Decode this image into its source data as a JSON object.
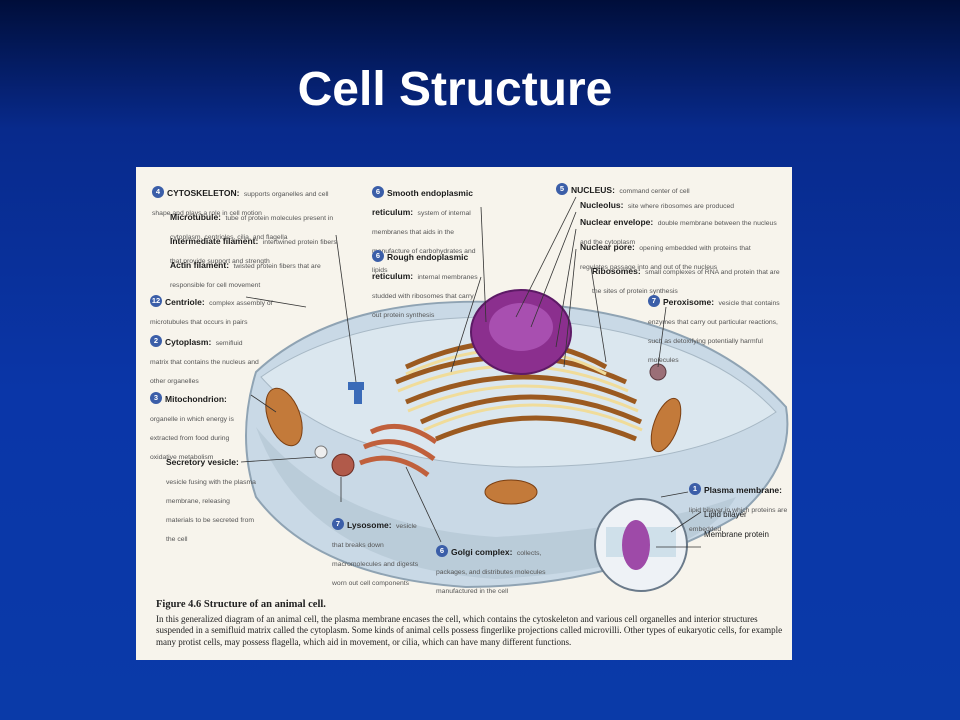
{
  "slide_title": "Cell Structure",
  "labels": {
    "cytoskeleton": {
      "num": "4",
      "title": "CYTOSKELETON:",
      "desc": "supports organelles and cell shape and plays a role in cell motion"
    },
    "microtubule": {
      "title": "Microtubule:",
      "desc": "tube of protein molecules present in cytoplasm, centrioles, cilia, and flagella"
    },
    "intermediate_filament": {
      "title": "Intermediate filament:",
      "desc": "intertwined protein fibers that provide support and strength"
    },
    "actin_filament": {
      "title": "Actin filament:",
      "desc": "twisted protein fibers that are responsible for cell movement"
    },
    "centriole": {
      "num": "12",
      "title": "Centriole:",
      "desc": "complex assembly of microtubules that occurs in pairs"
    },
    "cytoplasm": {
      "num": "2",
      "title": "Cytoplasm:",
      "desc": "semifluid matrix that contains the nucleus and other organelles"
    },
    "mitochondrion": {
      "num": "3",
      "title": "Mitochondrion:",
      "desc": "organelle in which energy is extracted from food during oxidative metabolism"
    },
    "secretory_vesicle": {
      "title": "Secretory vesicle:",
      "desc": "vesicle fusing with the plasma membrane, releasing materials to be secreted from the cell"
    },
    "smooth_er": {
      "num": "6",
      "title": "Smooth endoplasmic reticulum:",
      "desc": "system of internal membranes that aids in the manufacture of carbohydrates and lipids"
    },
    "rough_er": {
      "num": "6",
      "title": "Rough endoplasmic reticulum:",
      "desc": "internal membranes studded with ribosomes that carry out protein synthesis"
    },
    "nucleus": {
      "num": "5",
      "title": "NUCLEUS:",
      "desc": "command center of cell"
    },
    "nucleolus": {
      "title": "Nucleolus:",
      "desc": "site where ribosomes are produced"
    },
    "nuclear_envelope": {
      "title": "Nuclear envelope:",
      "desc": "double membrane between the nucleus and the cytoplasm"
    },
    "nuclear_pore": {
      "title": "Nuclear pore:",
      "desc": "opening embedded with proteins that regulates passage into and out of the nucleus"
    },
    "ribosomes": {
      "title": "Ribosomes:",
      "desc": "small complexes of RNA and protein that are the sites of protein synthesis"
    },
    "peroxisome": {
      "num": "7",
      "title": "Peroxisome:",
      "desc": "vesicle that contains enzymes that carry out particular reactions, such as detoxifying potentially harmful molecules"
    },
    "plasma_membrane": {
      "num": "1",
      "title": "Plasma membrane:",
      "desc": "lipid bilayer in which proteins are embedded"
    },
    "lipid_bilayer": "Lipid bilayer",
    "membrane_protein": "Membrane protein",
    "lysosome": {
      "num": "7",
      "title": "Lysosome:",
      "desc": "vesicle that breaks down macromolecules and digests worn out cell components"
    },
    "golgi": {
      "num": "6",
      "title": "Golgi complex:",
      "desc": "collects, packages, and distributes molecules manufactured in the cell"
    }
  },
  "caption": {
    "title": "Figure 4.6   Structure of an animal cell.",
    "body": "In this generalized diagram of an animal cell, the plasma membrane encases the cell, which contains the cytoskeleton and various cell organelles and interior structures suspended in a semifluid matrix called the cytoplasm. Some kinds of animal cells possess fingerlike projections called microvilli. Other types of eukaryotic cells, for example many protist cells, may possess flagella, which aid in movement, or cilia, which can have many different functions."
  }
}
